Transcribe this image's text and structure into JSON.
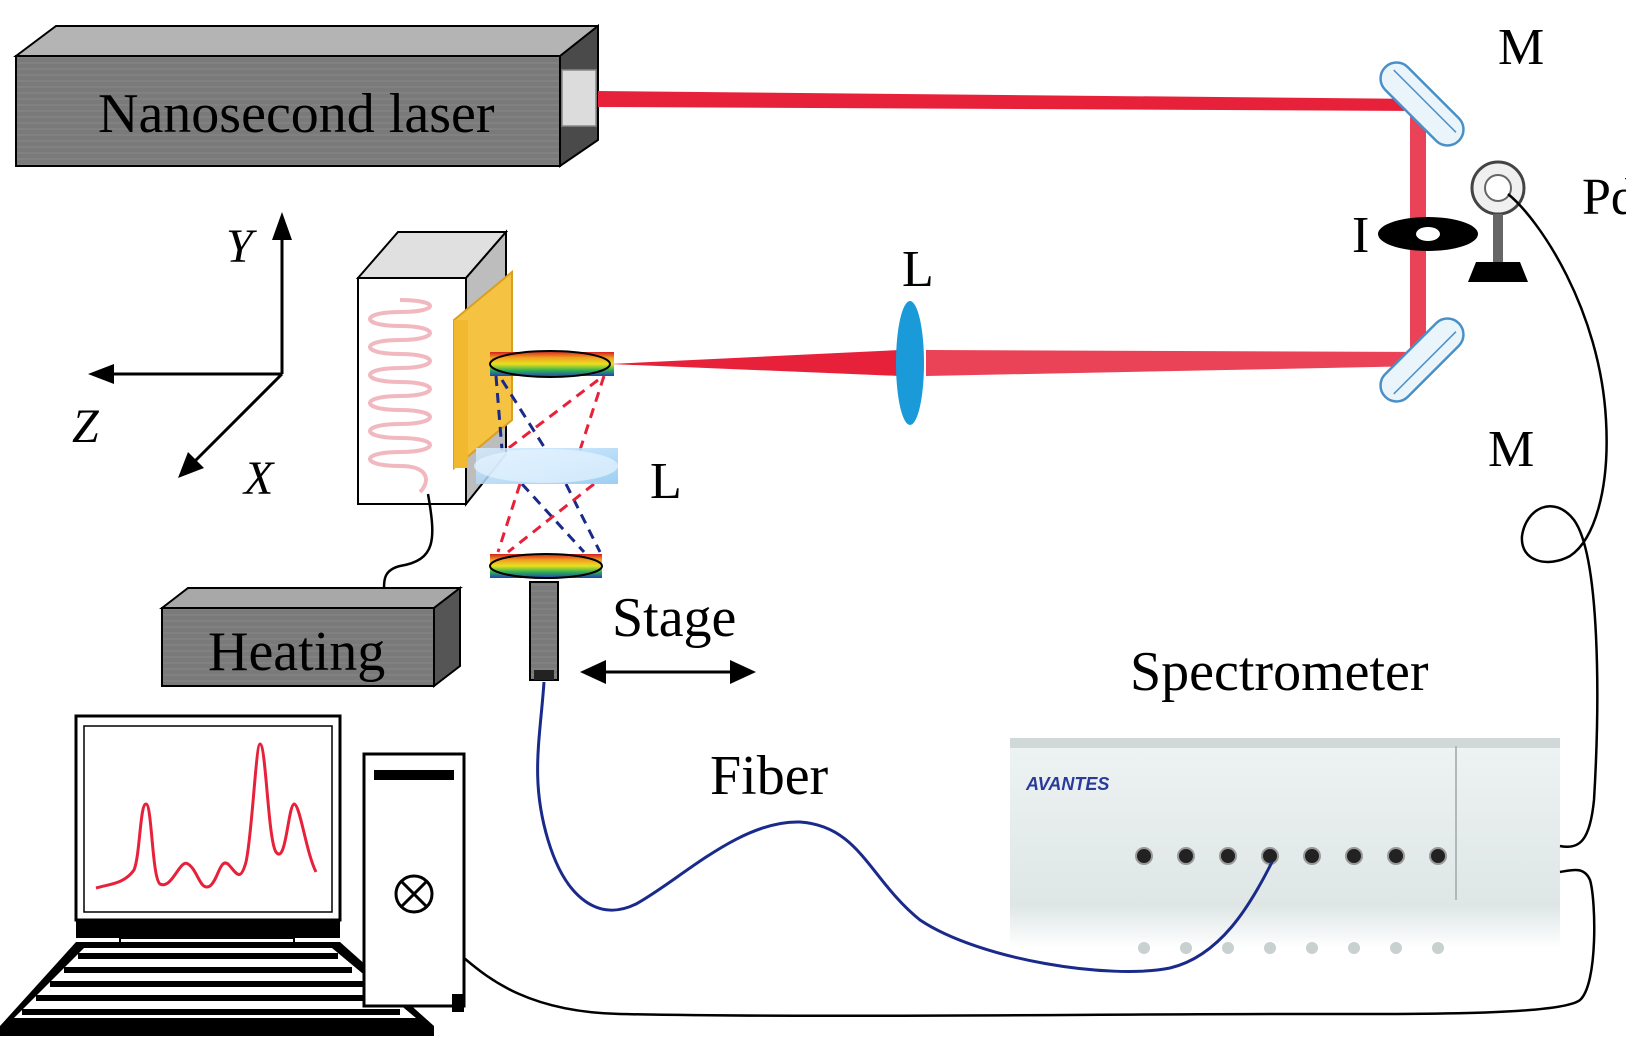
{
  "labels": {
    "laser": "Nanosecond laser",
    "mirror_top": "M",
    "mirror_bottom": "M",
    "photodiode": "Pd",
    "iris": "I",
    "lens_main": "L",
    "lens_lower": "L",
    "heating": "Heating",
    "stage": "Stage",
    "fiber": "Fiber",
    "spectrometer": "Spectrometer",
    "brand": "AVANTES"
  },
  "axes": {
    "y": "Y",
    "z": "Z",
    "x": "X"
  },
  "colors": {
    "beam": "#e8213a",
    "beam_light": "#ea4256",
    "lens": "#1a9ad8",
    "mirror": "#4a90c8",
    "fiber": "#1a2a8a",
    "dashed_red": "#e8213a",
    "dashed_blue": "#1a2a8a",
    "heater_face": "#f5c242",
    "spectrum": "#e8213a",
    "box_dark": "#6a6a6a"
  }
}
